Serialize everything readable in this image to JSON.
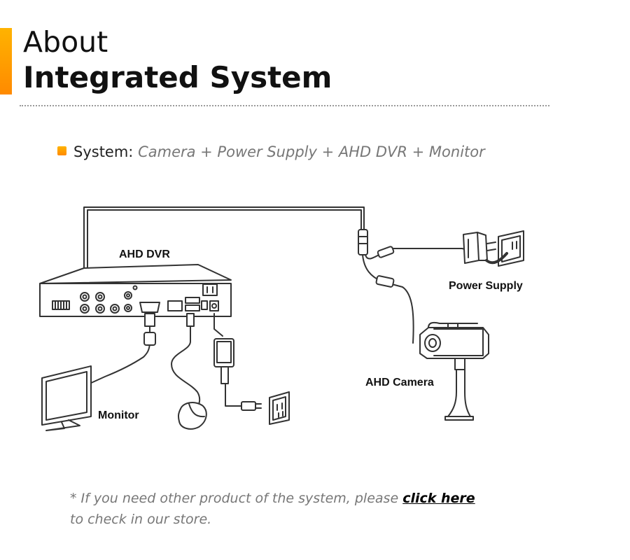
{
  "header": {
    "title_small": "About",
    "title_large": "Integrated System"
  },
  "system_line": {
    "label": "System:",
    "value": "Camera + Power Supply + AHD DVR + Monitor"
  },
  "diagram": {
    "dvr_label": "AHD DVR",
    "power_label": "Power Supply",
    "camera_label": "AHD Camera",
    "monitor_label": "Monitor"
  },
  "footer": {
    "note_prefix": "* If you need other product of the system, please",
    "link_text": "click here",
    "note_suffix": "to check in our store."
  },
  "colors": {
    "accent": "#ff9800",
    "line_art": "#333333"
  }
}
